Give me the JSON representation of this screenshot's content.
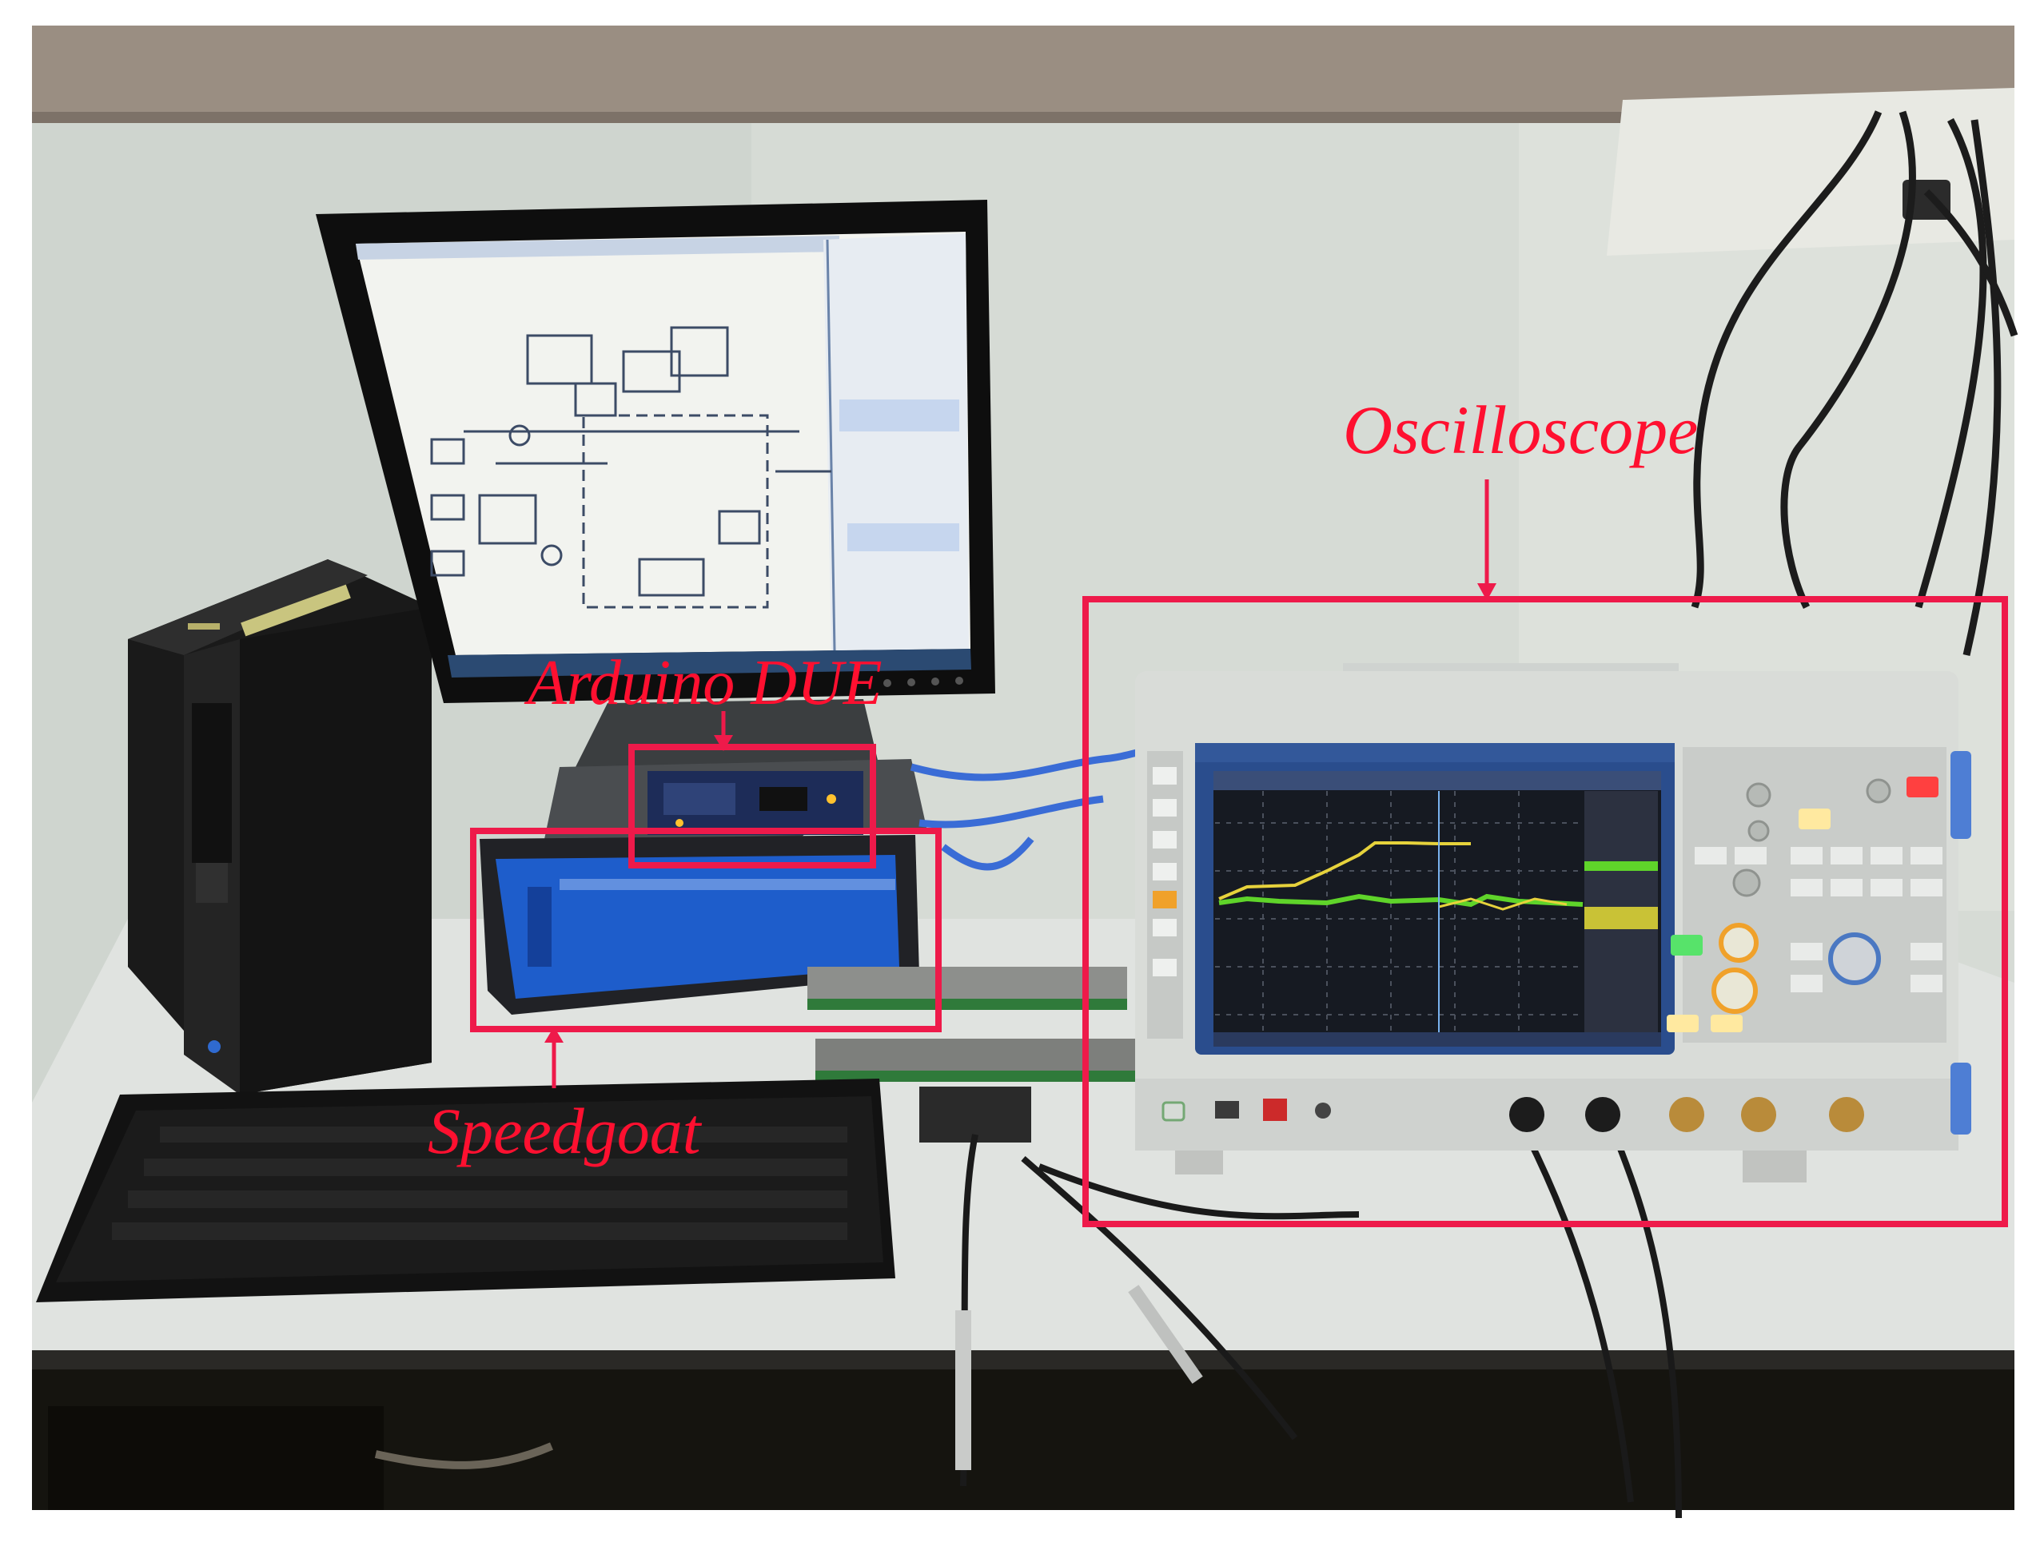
{
  "annotations": {
    "oscilloscope": "Oscilloscope",
    "arduino": "Arduino DUE",
    "speedgoat": "Speedgoat"
  },
  "colors": {
    "annotation_red": "#ff1030",
    "annotation_box": "#ee1a4a",
    "wall": "#d7dcd6",
    "desk": "#dfe2df",
    "shelf": "#9a8e82",
    "scope_body": "#d9dcd8",
    "speedgoat_blue": "#1b5bc8",
    "trace_green": "#5fd42a",
    "trace_yellow": "#e6d23c"
  }
}
